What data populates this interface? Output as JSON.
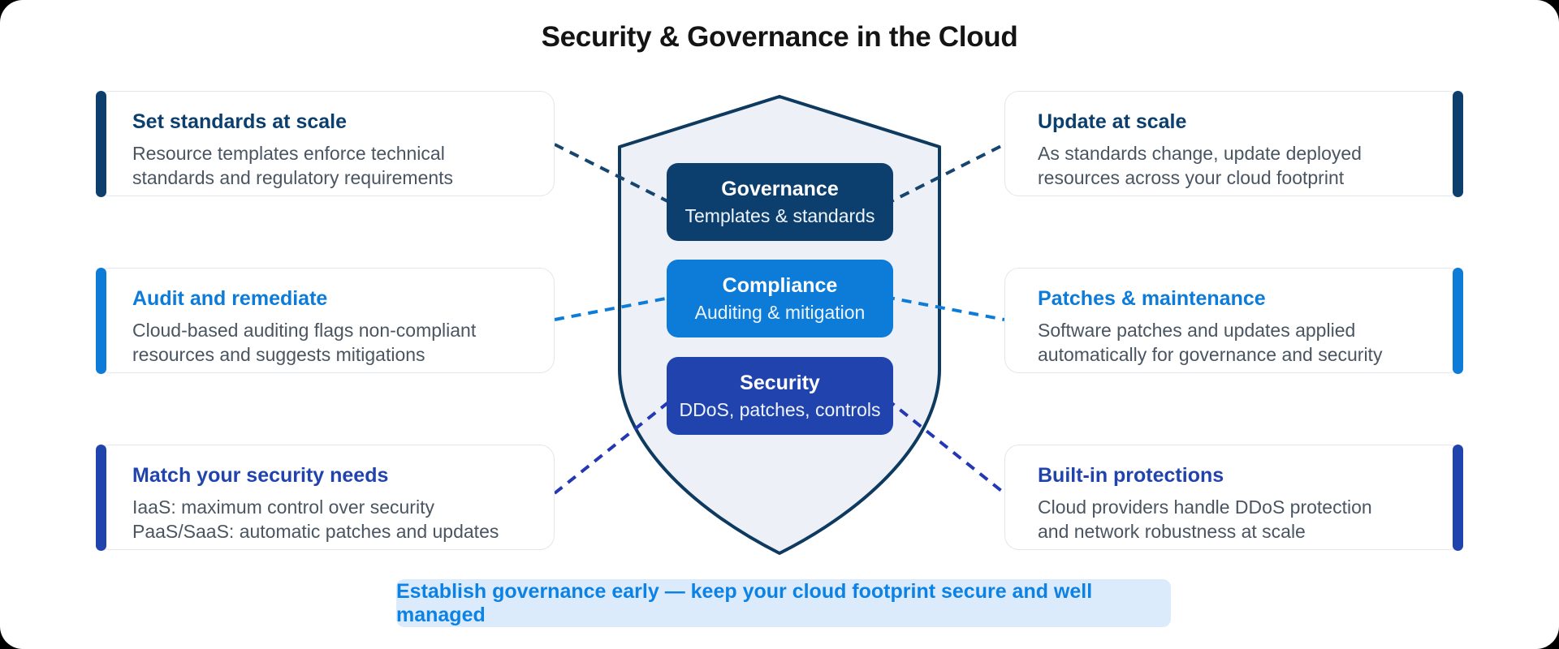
{
  "page": {
    "title": "Security & Governance in the Cloud",
    "footer": "Establish governance early — keep your cloud footprint secure and well managed"
  },
  "colors": {
    "navy": "#0c3f6e",
    "blue": "#0d7bd8",
    "royal": "#2143ae",
    "connector_navy": "#16466f",
    "connector_blue": "#0d7bd8",
    "connector_royal": "#2438b4",
    "body_text": "#4a5562",
    "card_border": "#e3e7ec",
    "banner_bg": "#dcebfb",
    "banner_text": "#0b82e4",
    "title_text": "#141414"
  },
  "shield": {
    "fill": "#edf1f7",
    "border": "#0e3a5f",
    "layers": [
      {
        "title": "Governance",
        "subtitle": "Templates & standards",
        "bg": "#0c3f6e"
      },
      {
        "title": "Compliance",
        "subtitle": "Auditing & mitigation",
        "bg": "#0d7bd8"
      },
      {
        "title": "Security",
        "subtitle": "DDoS, patches, controls",
        "bg": "#2143ae"
      }
    ]
  },
  "cards": {
    "left": [
      {
        "title": "Set standards at scale",
        "lines": [
          "Resource templates enforce technical",
          "standards and regulatory requirements"
        ],
        "accent": "#0c3f6e"
      },
      {
        "title": "Audit and remediate",
        "lines": [
          "Cloud-based auditing flags non-compliant",
          "resources and suggests mitigations"
        ],
        "accent": "#0d7bd8"
      },
      {
        "title": "Match your security needs",
        "lines": [
          "IaaS: maximum control over security",
          "PaaS/SaaS: automatic patches and updates"
        ],
        "accent": "#2143ae"
      }
    ],
    "right": [
      {
        "title": "Update at scale",
        "lines": [
          "As standards change, update deployed",
          "resources across your cloud footprint"
        ],
        "accent": "#0c3f6e"
      },
      {
        "title": "Patches & maintenance",
        "lines": [
          "Software patches and updates applied",
          "automatically for governance and security"
        ],
        "accent": "#0d7bd8"
      },
      {
        "title": "Built-in protections",
        "lines": [
          "Cloud providers handle DDoS protection",
          "and network robustness at scale"
        ],
        "accent": "#2143ae"
      }
    ]
  }
}
